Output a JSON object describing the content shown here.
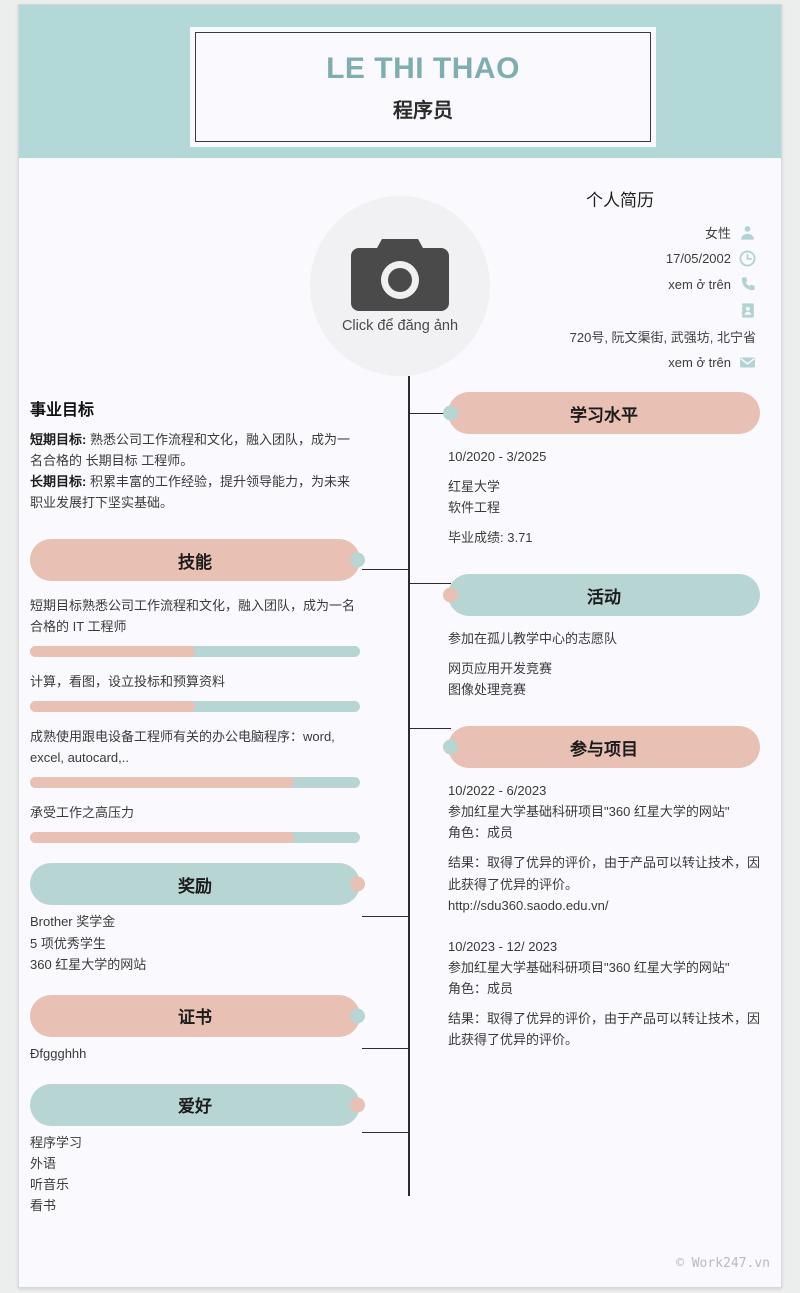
{
  "header": {
    "full_name": "LE THI THAO",
    "job_title": "程序员",
    "name_color": "#7faeb0",
    "banner_color": "#b2d8d8"
  },
  "photo": {
    "cta": "Click để đăng ảnh",
    "icon": "camera-icon"
  },
  "personal_info": {
    "title": "个人简历",
    "rows": [
      {
        "value": "女性",
        "icon": "person-icon"
      },
      {
        "value": "17/05/2002",
        "icon": "clock-icon"
      },
      {
        "value": "xem ở trên",
        "icon": "phone-icon"
      },
      {
        "value": "",
        "icon": "contact-card-icon"
      },
      {
        "value": "720号, 阮文渠街, 武强坊, 北宁省",
        "icon": ""
      },
      {
        "value": "xem ở trên",
        "icon": "envelope-icon"
      }
    ]
  },
  "theme": {
    "pink": "#e9c0b4",
    "teal": "#b7d5d3",
    "paper": "#faf9fd",
    "text": "#3a3a3a"
  },
  "left_column": {
    "career": {
      "heading": "事业目标",
      "short_label": "短期目标:",
      "short_text": " 熟悉公司工作流程和文化，融入团队，成为一名合格的 长期目标 工程师。",
      "long_label": "长期目标:",
      "long_text": " 积累丰富的工作经验，提升领导能力，为未来职业发展打下坚实基础。"
    },
    "skills": {
      "title": "技能",
      "pill_color": "pink",
      "dot_color": "teal",
      "items": [
        {
          "label": "短期目标熟悉公司工作流程和文化，融入团队，成为一名合格的 IT 工程师",
          "percent": 50
        },
        {
          "label": "计算，看图，设立投标和预算资料",
          "percent": 50
        },
        {
          "label": "成熟使用跟电设备工程师有关的办公电脑程序：word, excel, autocard,..",
          "percent": 80
        },
        {
          "label": "承受工作之高压力",
          "percent": 80
        }
      ]
    },
    "awards": {
      "title": "奖励",
      "pill_color": "teal",
      "dot_color": "pink",
      "lines": [
        "Brother 奖学金",
        "5 项优秀学生",
        "360 红星大学的网站"
      ]
    },
    "certificates": {
      "title": "证书",
      "pill_color": "pink",
      "dot_color": "teal",
      "lines": [
        "Đfggghhh"
      ]
    },
    "hobbies": {
      "title": "爱好",
      "pill_color": "teal",
      "dot_color": "pink",
      "lines": [
        "程序学习",
        " 外语",
        "听音乐",
        "看书"
      ]
    }
  },
  "right_column": {
    "education": {
      "title": "学习水平",
      "pill_color": "pink",
      "dot_color": "teal",
      "period": "10/2020 - 3/2025",
      "school": "红星大学",
      "major": "软件工程",
      "gpa": "毕业成绩: 3.71"
    },
    "activities": {
      "title": "活动",
      "pill_color": "teal",
      "dot_color": "pink",
      "lines": [
        "参加在孤儿教学中心的志愿队",
        "网页应用开发竞赛",
        "图像处理竞赛"
      ]
    },
    "projects": {
      "title": "参与项目",
      "pill_color": "pink",
      "dot_color": "teal",
      "items": [
        {
          "period": "10/2022 - 6/2023",
          "desc": "参加红星大学基础科研项目\"360 红星大学的网站\"",
          "role": "角色：成员",
          "result": "结果：取得了优异的评价，由于产品可以转让技术，因此获得了优异的评价。",
          "link": "http://sdu360.saodo.edu.vn/"
        },
        {
          "period": "10/2023 - 12/ 2023",
          "desc": "参加红星大学基础科研项目\"360 红星大学的网站\"",
          "role": "角色：成员",
          "result": "结果：取得了优异的评价，由于产品可以转让技术，因此获得了优异的评价。",
          "link": ""
        }
      ]
    }
  },
  "footer": {
    "watermark": "© Work247.vn"
  }
}
